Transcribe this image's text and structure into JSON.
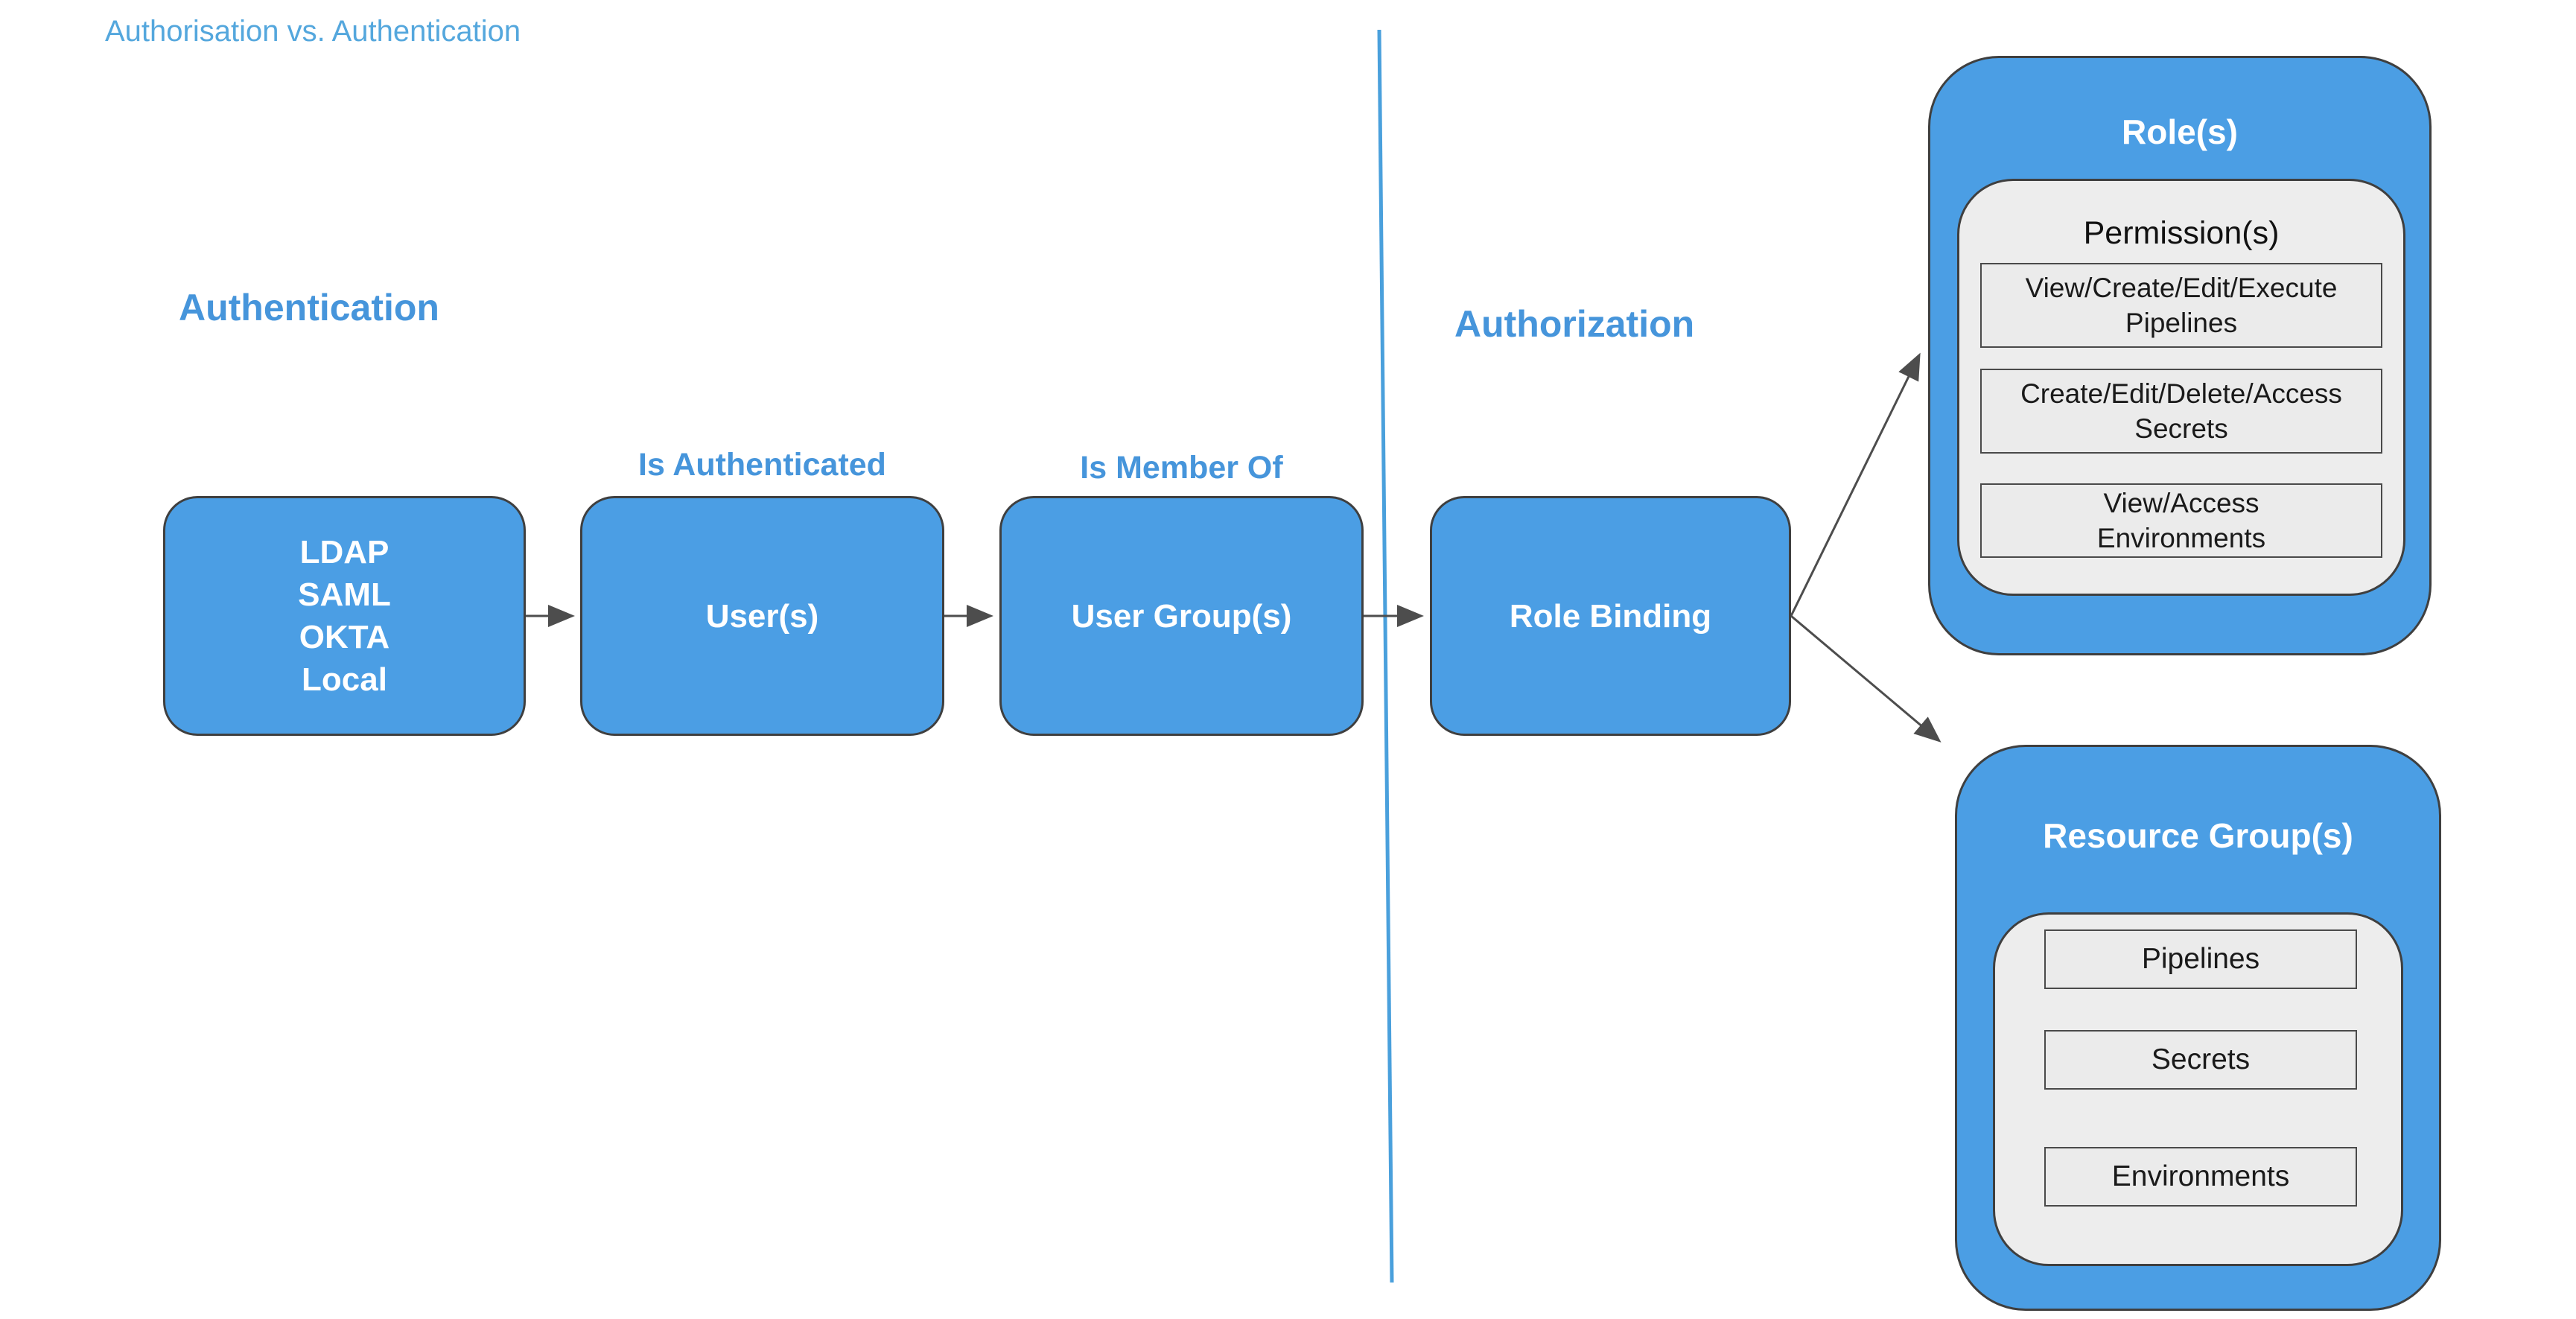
{
  "page": {
    "title": "Authorisation vs. Authentication"
  },
  "sections": {
    "authentication": {
      "heading": "Authentication"
    },
    "authorization": {
      "heading": "Authorization"
    }
  },
  "edges": {
    "is_authenticated": {
      "label": "Is Authenticated"
    },
    "is_member_of": {
      "label": "Is Member Of"
    }
  },
  "flow": {
    "auth_methods": {
      "lines": [
        "LDAP",
        "SAML",
        "OKTA",
        "Local"
      ]
    },
    "users": {
      "label": "User(s)"
    },
    "user_groups": {
      "label": "User Group(s)"
    },
    "role_binding": {
      "label": "Role Binding"
    }
  },
  "containers": {
    "roles": {
      "title": "Role(s)",
      "permissions_title": "Permission(s)",
      "permission_boxes": [
        {
          "line1": "View/Create/Edit/Execute",
          "line2": "Pipelines"
        },
        {
          "line1": "Create/Edit/Delete/Access",
          "line2": "Secrets"
        },
        {
          "line1": "View/Access",
          "line2": "Environments"
        }
      ]
    },
    "resource_groups": {
      "title": "Resource Group(s)",
      "boxes": [
        "Pipelines",
        "Secrets",
        "Environments"
      ]
    }
  },
  "colors": {
    "box_blue": "#4b9ee4",
    "heading_blue": "#4695db",
    "page_title_blue": "#54a7dd",
    "divider_blue": "#4aa0dc",
    "border_dark": "#3f3f3f",
    "panel_gray": "#ededed",
    "item_gray": "#ebebeb",
    "arrow_gray": "#4d4d4d",
    "text_white": "#ffffff",
    "text_black": "#1a1a1a"
  }
}
